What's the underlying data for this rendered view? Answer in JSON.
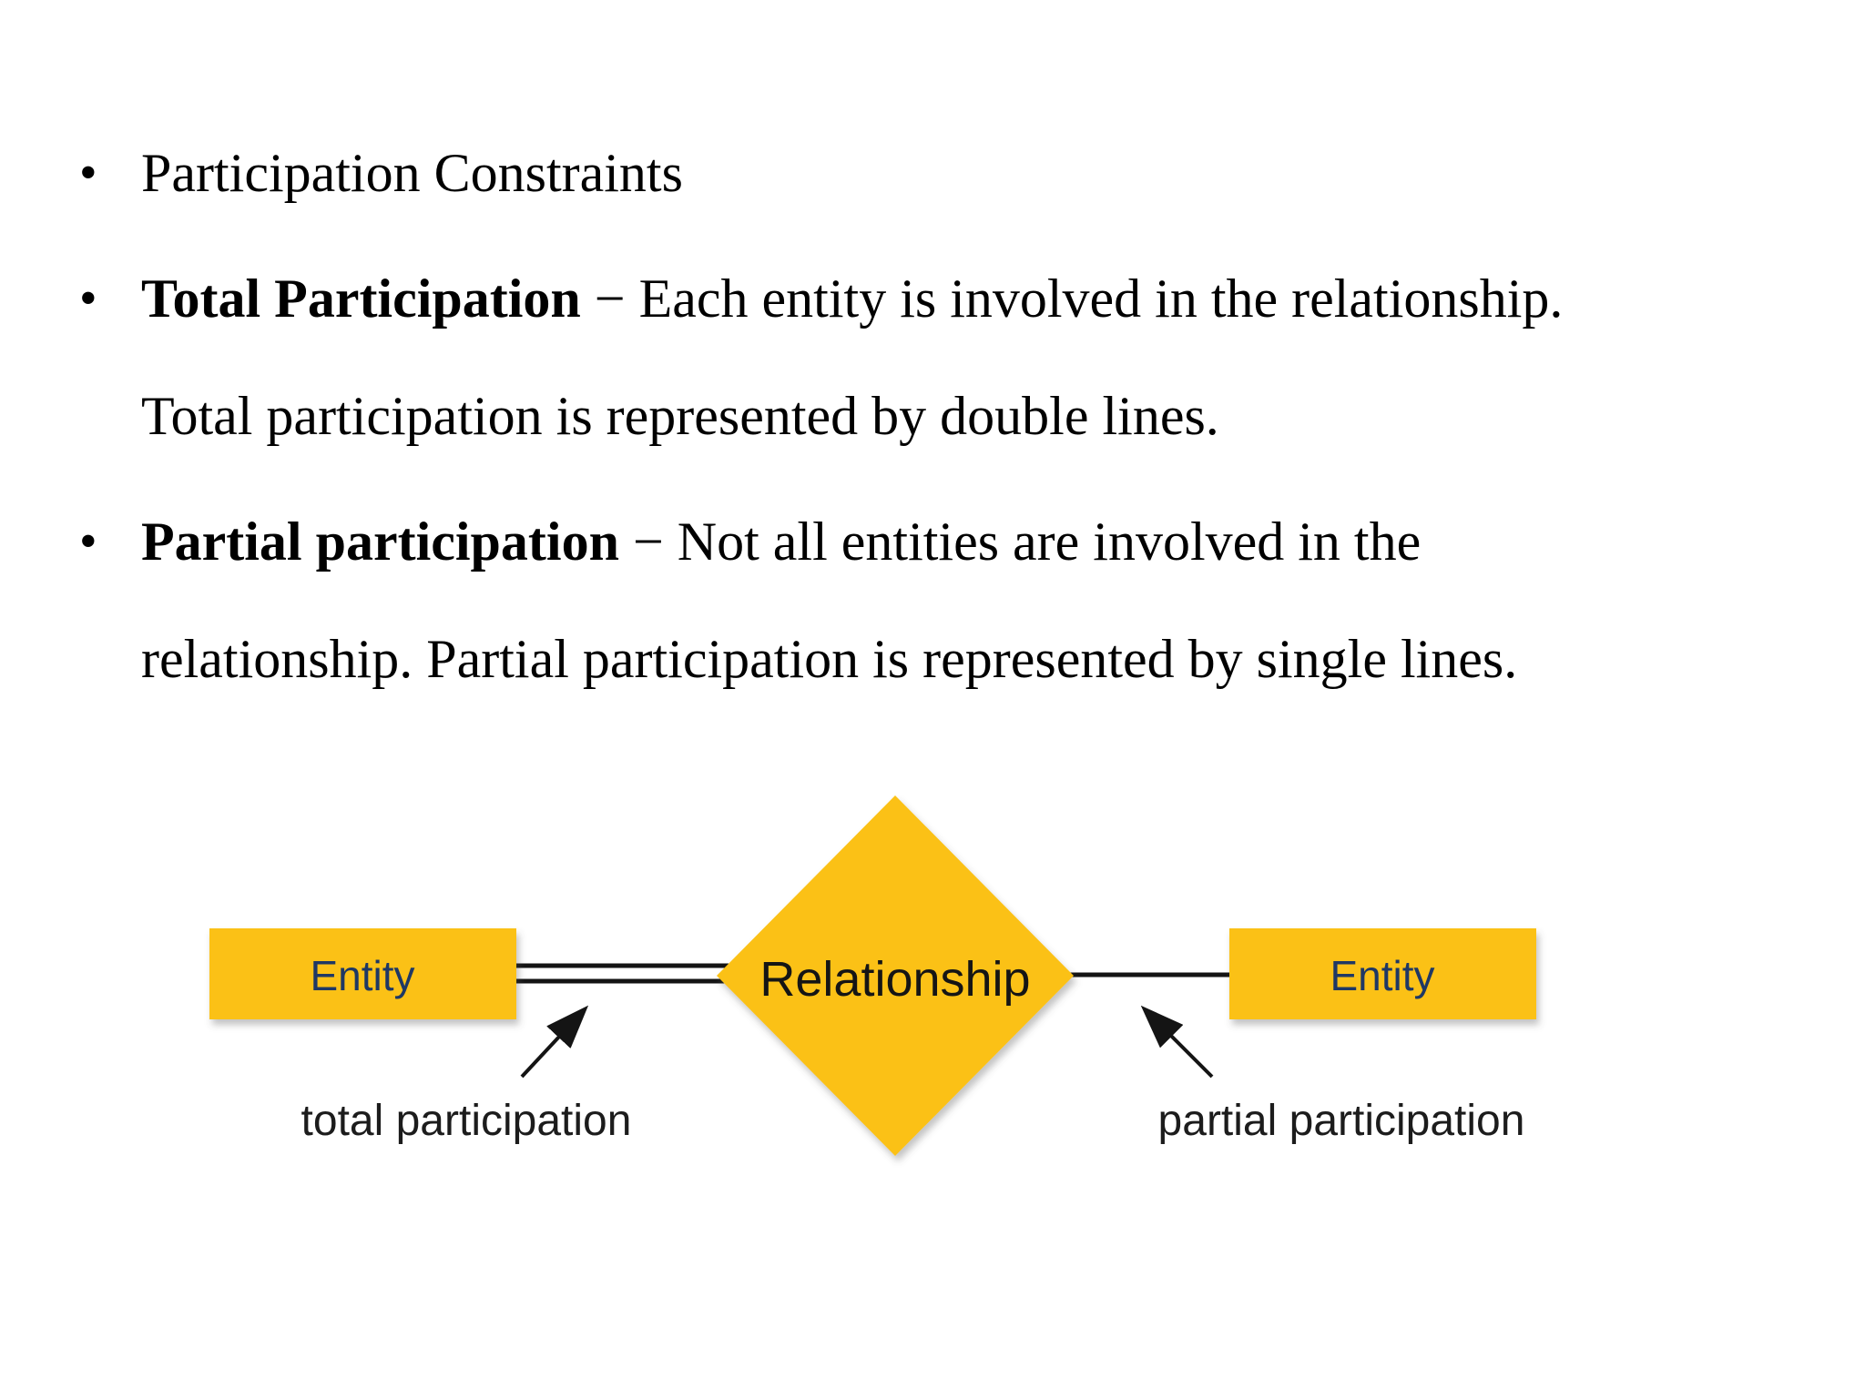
{
  "bullets": {
    "marker": "•",
    "b1_text": "Participation Constraints",
    "b2_bold": "Total Participation",
    "b2_line1_rest": " − Each entity is involved in the relationship.",
    "b2_line2": "Total participation is represented by double lines.",
    "b3_bold": "Partial participation",
    "b3_line1_rest": " − Not all entities are involved in the",
    "b3_line2": "relationship. Partial participation is represented by single lines."
  },
  "diagram": {
    "entity_left_label": "Entity",
    "relationship_label": "Relationship",
    "entity_right_label": "Entity",
    "total_label": "total participation",
    "partial_label": "partial participation"
  },
  "colors": {
    "page_bg": "#FFFFFF",
    "body_text": "#000000",
    "shape_yellow": "#FBC116",
    "entity_text": "#1F3864",
    "relationship_text": "#151515",
    "line_color": "#141414",
    "label_text": "#1C1C1C"
  }
}
